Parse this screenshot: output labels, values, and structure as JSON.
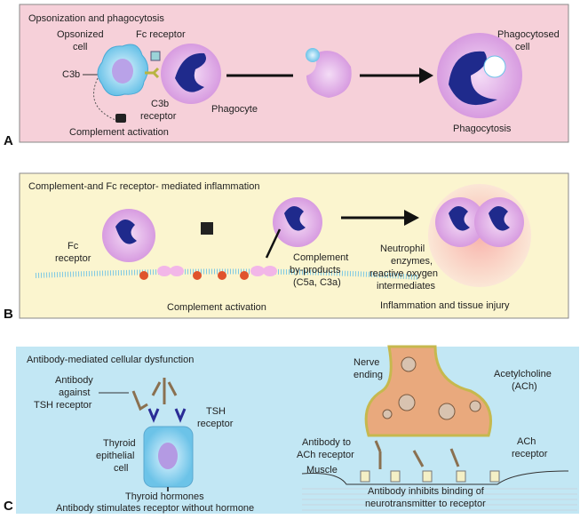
{
  "panels": {
    "a": {
      "letter": "A",
      "title": "Opsonization and phagocytosis",
      "opsonized_cell_1": "Opsonized",
      "opsonized_cell_2": "cell",
      "fc_receptor": "Fc receptor",
      "c3b": "C3b",
      "c3b_receptor_1": "C3b",
      "c3b_receptor_2": "receptor",
      "phagocyte": "Phagocyte",
      "complement_activation": "Complement activation",
      "phagocytosed_cell_1": "Phagocytosed",
      "phagocytosed_cell_2": "cell",
      "phagocytosis": "Phagocytosis",
      "color": "#f6d0d9"
    },
    "b": {
      "letter": "B",
      "title": "Complement-and Fc receptor- mediated inflammation",
      "fc_receptor_1": "Fc",
      "fc_receptor_2": "receptor",
      "complement_activation": "Complement activation",
      "byproducts_1": "Complement",
      "byproducts_2": "by-products",
      "byproducts_3": "(C5a, C3a)",
      "enzymes_1": "Neutrophil",
      "enzymes_2": "enzymes,",
      "enzymes_3": "reactive oxygen",
      "enzymes_4": "intermediates",
      "inflammation": "Inflammation and tissue injury",
      "color": "#fbf5cf"
    },
    "c": {
      "letter": "C",
      "title": "Antibody-mediated cellular dysfunction",
      "antibody_1": "Antibody",
      "antibody_2": "against",
      "antibody_3": "TSH receptor",
      "tsh_1": "TSH",
      "tsh_2": "receptor",
      "thyroid_1": "Thyroid",
      "thyroid_2": "epithelial",
      "thyroid_3": "cell",
      "hormones": "Thyroid hormones",
      "stimulates": "Antibody stimulates receptor without hormone",
      "nerve_1": "Nerve",
      "nerve_2": "ending",
      "ach_1": "Acetylcholine",
      "ach_2": "(ACh)",
      "ab_ach_1": "Antibody to",
      "ab_ach_2": "ACh receptor",
      "ach_rec_1": "ACh",
      "ach_rec_2": "receptor",
      "muscle": "Muscle",
      "inhibits_1": "Antibody inhibits binding of",
      "inhibits_2": "neurotransmitter to receptor",
      "color": "#c2e7f4"
    }
  }
}
